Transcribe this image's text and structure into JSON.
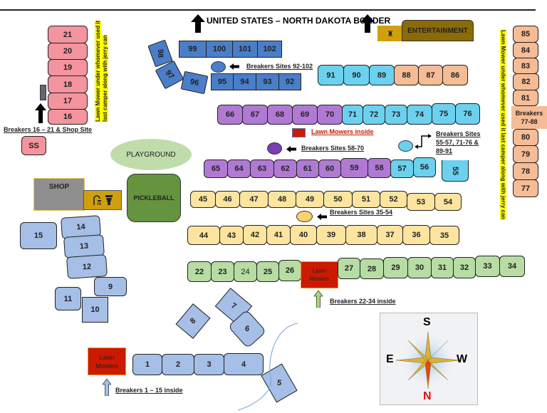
{
  "border": {
    "label": "UNITED STATES – NORTH DAKOTA BORDER",
    "arrow_icon": "up-arrow-icon"
  },
  "entertainment": {
    "label": "ENTERTAINMENT",
    "icon": "toilet-icon"
  },
  "facilities": {
    "playground": "PLAYGROUND",
    "pickleball": "PICKLEBALL",
    "shop": "SHOP",
    "shop_icons": [
      "shower-icon",
      "toilet-icon"
    ],
    "lawn_mowers_a": "Lawn Mowers",
    "lawn_mowers_b": "Lawn Mowers"
  },
  "notes": {
    "breakers_16_21": "Breakers 16 – 21 & Shop Site",
    "lawn_mower_left_line1": "Lawn Mower under whomever used it",
    "lawn_mower_left_line2": "last camper along with jerry can",
    "lawn_mower_right": "Lawn Mower under whomever used it last camper along with jerry can",
    "breakers_92_102": "Breakers Sites 92-102",
    "lawn_mowers_inside": "Lawn Mowers inside",
    "breakers_58_70": "Breakers Sites 58-70",
    "breakers_55_91_line1": "Breakers Sites",
    "breakers_55_91_line2": "55-57, 71-76 &",
    "breakers_55_91_line3": "89-91",
    "breakers_77_88_line1": "Breakers",
    "breakers_77_88_line2": "77-88",
    "breakers_35_54": "Breakers Sites 35-54",
    "breakers_22_34": "Breakers 22-34 inside",
    "breakers_1_15": "Breakers 1 – 15 inside"
  },
  "compass": {
    "top": "S",
    "bottom": "N",
    "left": "E",
    "right": "W"
  },
  "sites": {
    "pink_column": [
      "21",
      "20",
      "19",
      "18",
      "17",
      "16"
    ],
    "ss": "SS",
    "row_99_102": [
      "99",
      "100",
      "101",
      "102"
    ],
    "row_95_92": [
      "95",
      "94",
      "93",
      "92"
    ],
    "angled_96_98": [
      "98",
      "97",
      "96"
    ],
    "row_91_86": [
      "91",
      "90",
      "89",
      "88",
      "87",
      "86"
    ],
    "column_85_81": [
      "85",
      "84",
      "83",
      "82",
      "81"
    ],
    "column_80_77": [
      "80",
      "79",
      "78",
      "77"
    ],
    "row_66_76": [
      "66",
      "67",
      "68",
      "69",
      "70",
      "71",
      "72",
      "73",
      "74",
      "75",
      "76"
    ],
    "row_65_56": [
      "65",
      "64",
      "63",
      "62",
      "61",
      "60",
      "59",
      "58",
      "57",
      "56"
    ],
    "site_55": "55",
    "row_45_54": [
      "45",
      "46",
      "47",
      "48",
      "49",
      "50",
      "51",
      "52",
      "53",
      "54"
    ],
    "row_44_35": [
      "44",
      "43",
      "42",
      "41",
      "40",
      "39",
      "38",
      "37",
      "36",
      "35"
    ],
    "row_22_26": [
      "22",
      "23",
      "24",
      "25",
      "26"
    ],
    "row_27_34": [
      "27",
      "28",
      "29",
      "30",
      "31",
      "32",
      "33",
      "34"
    ],
    "cluster_9_15": [
      "15",
      "14",
      "13",
      "12",
      "11",
      "10",
      "9"
    ],
    "angled_5_8": [
      "8",
      "7",
      "6",
      "5"
    ],
    "row_1_4": [
      "1",
      "2",
      "3",
      "4"
    ]
  },
  "colors": {
    "pink": "#f4949f",
    "dark_blue": "#4a7ec9",
    "cyan": "#6cd1ef",
    "peach": "#f5bc95",
    "purple": "#b07ad4",
    "yellow": "#fde5a0",
    "green": "#b7dca4",
    "light_blue": "#a5bfe6",
    "lawn_mower_red": "#cc1a00",
    "entertainment_brown": "#8b6a08",
    "pickleball_green": "#65943f",
    "playground_green": "#c0dcab",
    "shop_gray": "#8f8f8f",
    "restroom_gold": "#cfa00c"
  }
}
